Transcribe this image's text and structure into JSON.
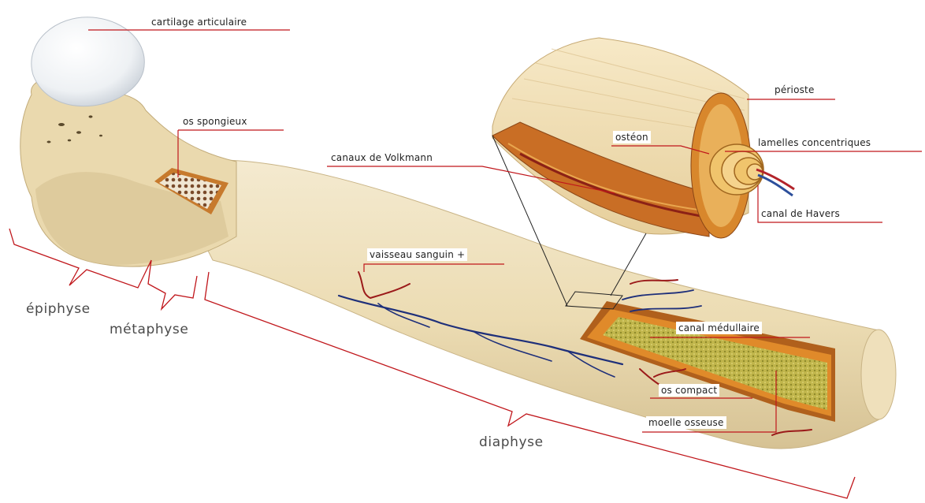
{
  "diagram": {
    "labels": {
      "cartilage": "cartilage articulaire",
      "spongieux": "os spongieux",
      "volkmann": "canaux de Volkmann",
      "osteon": "ostéon",
      "perioste": "périoste",
      "lamelles": "lamelles concentriques",
      "havers": "canal de Havers",
      "vaisseau": "vaisseau sanguin +",
      "medullaire": "canal médullaire",
      "compact": "os compact",
      "moelle": "moelle osseuse"
    },
    "regions": {
      "epiphyse": "épiphyse",
      "metaphyse": "métaphyse",
      "diaphyse": "diaphyse"
    }
  },
  "colors": {
    "bone": "#efe2bf",
    "bone_shadow": "#d8c79c",
    "cartilage": "#f2f4f6",
    "leader": "#c0161b",
    "vein": "#1e2f7a",
    "artery": "#9b1a1a",
    "marrow": "#b9b046",
    "cut_orange": "#e08a2a"
  }
}
